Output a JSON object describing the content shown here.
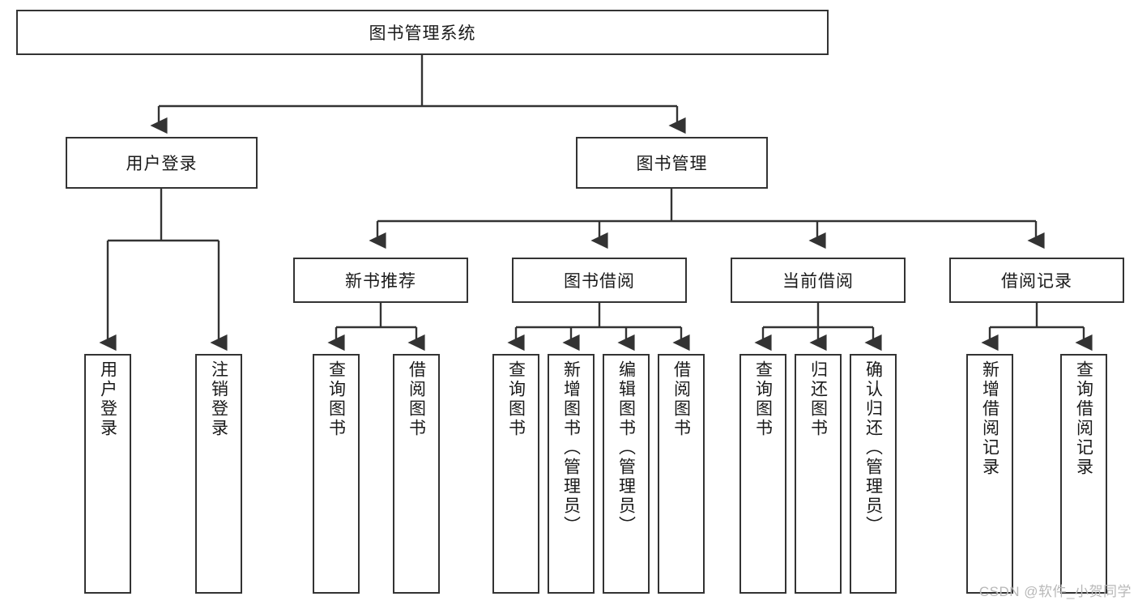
{
  "diagram": {
    "title": "图书管理系统",
    "type": "tree-hierarchy-chart",
    "root": {
      "label": "图书管理系统"
    },
    "level2": [
      {
        "label": "用户登录"
      },
      {
        "label": "图书管理"
      }
    ],
    "level3": [
      {
        "label": "新书推荐"
      },
      {
        "label": "图书借阅"
      },
      {
        "label": "当前借阅"
      },
      {
        "label": "借阅记录"
      }
    ],
    "leaves": {
      "user_login": [
        {
          "label": "用户登录"
        },
        {
          "label": "注销登录"
        }
      ],
      "new_book_recommend": [
        {
          "label": "查询图书"
        },
        {
          "label": "借阅图书"
        }
      ],
      "book_borrow": [
        {
          "label": "查询图书"
        },
        {
          "label": "新增图书（管理员）"
        },
        {
          "label": "编辑图书（管理员）"
        },
        {
          "label": "借阅图书"
        }
      ],
      "current_borrow": [
        {
          "label": "查询图书"
        },
        {
          "label": "归还图书"
        },
        {
          "label": "确认归还（管理员）"
        }
      ],
      "borrow_records": [
        {
          "label": "新增借阅记录"
        },
        {
          "label": "查询借阅记录"
        }
      ]
    }
  },
  "watermark": {
    "text": "CSDN @软件_小贺同学"
  },
  "colors": {
    "box_border": "#333333",
    "box_fill": "#ffffff",
    "line": "#333333",
    "text": "#1a1a1a",
    "watermark": "#b8b8b8"
  }
}
